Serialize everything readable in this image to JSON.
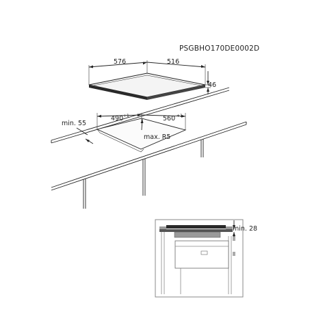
{
  "drawing_code": "PSGBHO170DE0002D",
  "dimensions": {
    "hob_width": "576",
    "hob_depth": "516",
    "hob_height": "46",
    "cutout_width": "490",
    "cutout_width_tol": "+1",
    "cutout_depth": "560",
    "cutout_depth_tol": "+1",
    "min_front": "min. 55",
    "max_radius": "max. R5",
    "min_gap": "min. 28"
  },
  "colors": {
    "line": "#222222",
    "hob_top": "#2a2a2a",
    "gray_fill": "#9a9a9a",
    "frame": "#888888"
  }
}
